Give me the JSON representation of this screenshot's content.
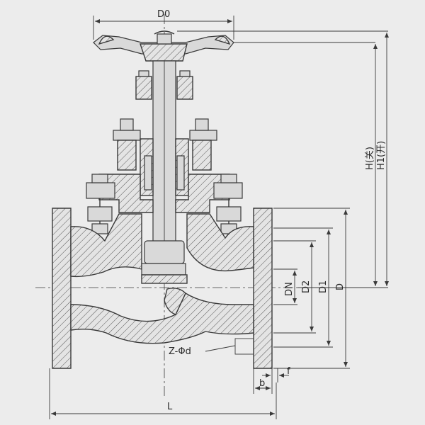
{
  "labels": {
    "d0": "D0",
    "h": "H(关)",
    "h1": "H1(开)",
    "dn": "DN",
    "d2": "D2",
    "d1": "D1",
    "d": "D",
    "z_phi_d": "Z-Φd",
    "f": "f",
    "b": "b",
    "l": "L"
  }
}
